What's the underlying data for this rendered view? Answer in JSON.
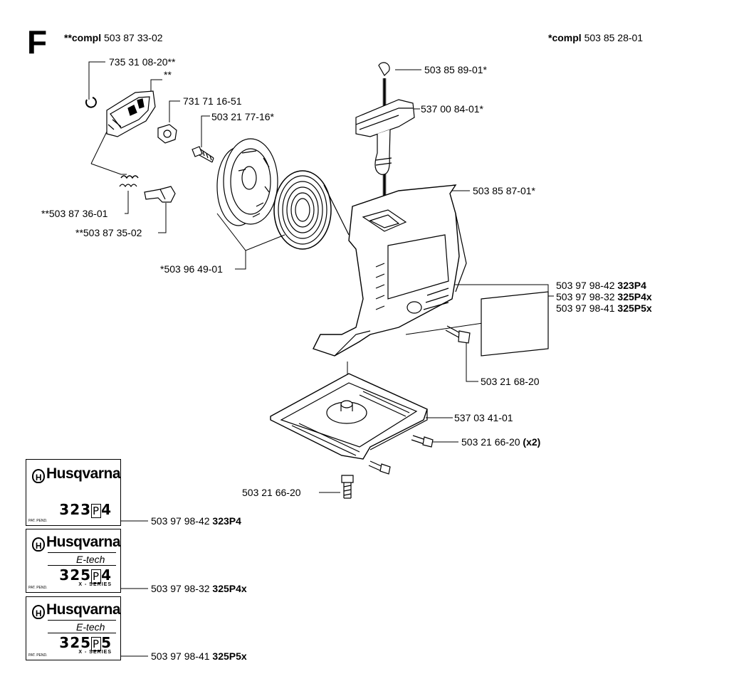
{
  "section_letter": "F",
  "header": {
    "left_prefix": "**compl",
    "left_number": "503 87 33-02",
    "right_prefix": "*compl",
    "right_number": "503 85 28-01"
  },
  "parts": [
    {
      "id": "p1",
      "number": "735 31 08-20**",
      "suffix": ""
    },
    {
      "id": "p2",
      "number": "**",
      "suffix": ""
    },
    {
      "id": "p3",
      "number": "731 71 16-51",
      "suffix": ""
    },
    {
      "id": "p4",
      "number": "503 21 77-16*",
      "suffix": ""
    },
    {
      "id": "p5",
      "number": "**503 87 36-01",
      "suffix": ""
    },
    {
      "id": "p6",
      "number": "**503 87 35-02",
      "suffix": ""
    },
    {
      "id": "p7",
      "number": "*503 96 49-01",
      "suffix": ""
    },
    {
      "id": "p8",
      "number": "503 85 89-01*",
      "suffix": ""
    },
    {
      "id": "p9",
      "number": "537 00 84-01*",
      "suffix": ""
    },
    {
      "id": "p10",
      "number": "503 85 87-01*",
      "suffix": ""
    },
    {
      "id": "p11",
      "number": "503 97 98-42",
      "suffix": "323P4"
    },
    {
      "id": "p12",
      "number": "503 97 98-32",
      "suffix": "325P4x"
    },
    {
      "id": "p13",
      "number": "503 97 98-41",
      "suffix": "325P5x"
    },
    {
      "id": "p14",
      "number": "503 21 68-20",
      "suffix": ""
    },
    {
      "id": "p15",
      "number": "537 03 41-01",
      "suffix": ""
    },
    {
      "id": "p16",
      "number": "503 21 66-20",
      "suffix": "(x2)"
    },
    {
      "id": "p17",
      "number": "503 21 66-20",
      "suffix": ""
    },
    {
      "id": "p18",
      "number": "503 97 98-42",
      "suffix": "323P4"
    },
    {
      "id": "p19",
      "number": "503 97 98-32",
      "suffix": "325P4x"
    },
    {
      "id": "p20",
      "number": "503 97 98-41",
      "suffix": "325P5x"
    }
  ],
  "decals": [
    {
      "brand": "Husqvarna",
      "crown": "H",
      "etech": "",
      "model_a": "323",
      "model_b": "P",
      "model_c": "4",
      "series": "",
      "pat": "PAT. PEND."
    },
    {
      "brand": "Husqvarna",
      "crown": "H",
      "etech": "E-tech",
      "model_a": "325",
      "model_b": "P",
      "model_c": "4",
      "series": "X - SERIES",
      "pat": "PAT. PEND."
    },
    {
      "brand": "Husqvarna",
      "crown": "H",
      "etech": "E-tech",
      "model_a": "325",
      "model_b": "P",
      "model_c": "5",
      "series": "X - SERIES",
      "pat": "PAT. PEND."
    }
  ]
}
